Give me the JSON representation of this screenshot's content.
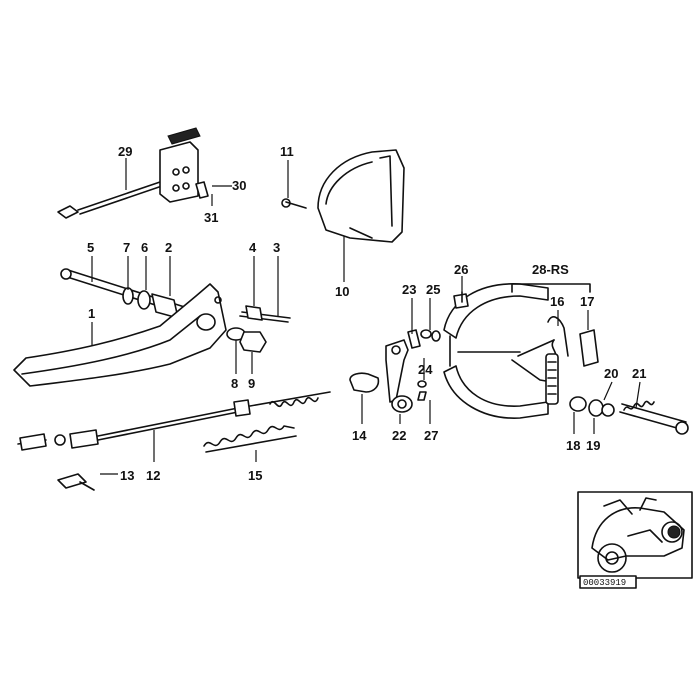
{
  "labels": [
    "29",
    "30",
    "31",
    "11",
    "10",
    "5",
    "7",
    "6",
    "2",
    "4",
    "3",
    "1",
    "8",
    "9",
    "26",
    "28-RS",
    "23",
    "25",
    "16",
    "17",
    "24",
    "20",
    "21",
    "14",
    "22",
    "27",
    "18",
    "19",
    "12",
    "13",
    "15"
  ],
  "inset": {
    "code": "00033919"
  }
}
